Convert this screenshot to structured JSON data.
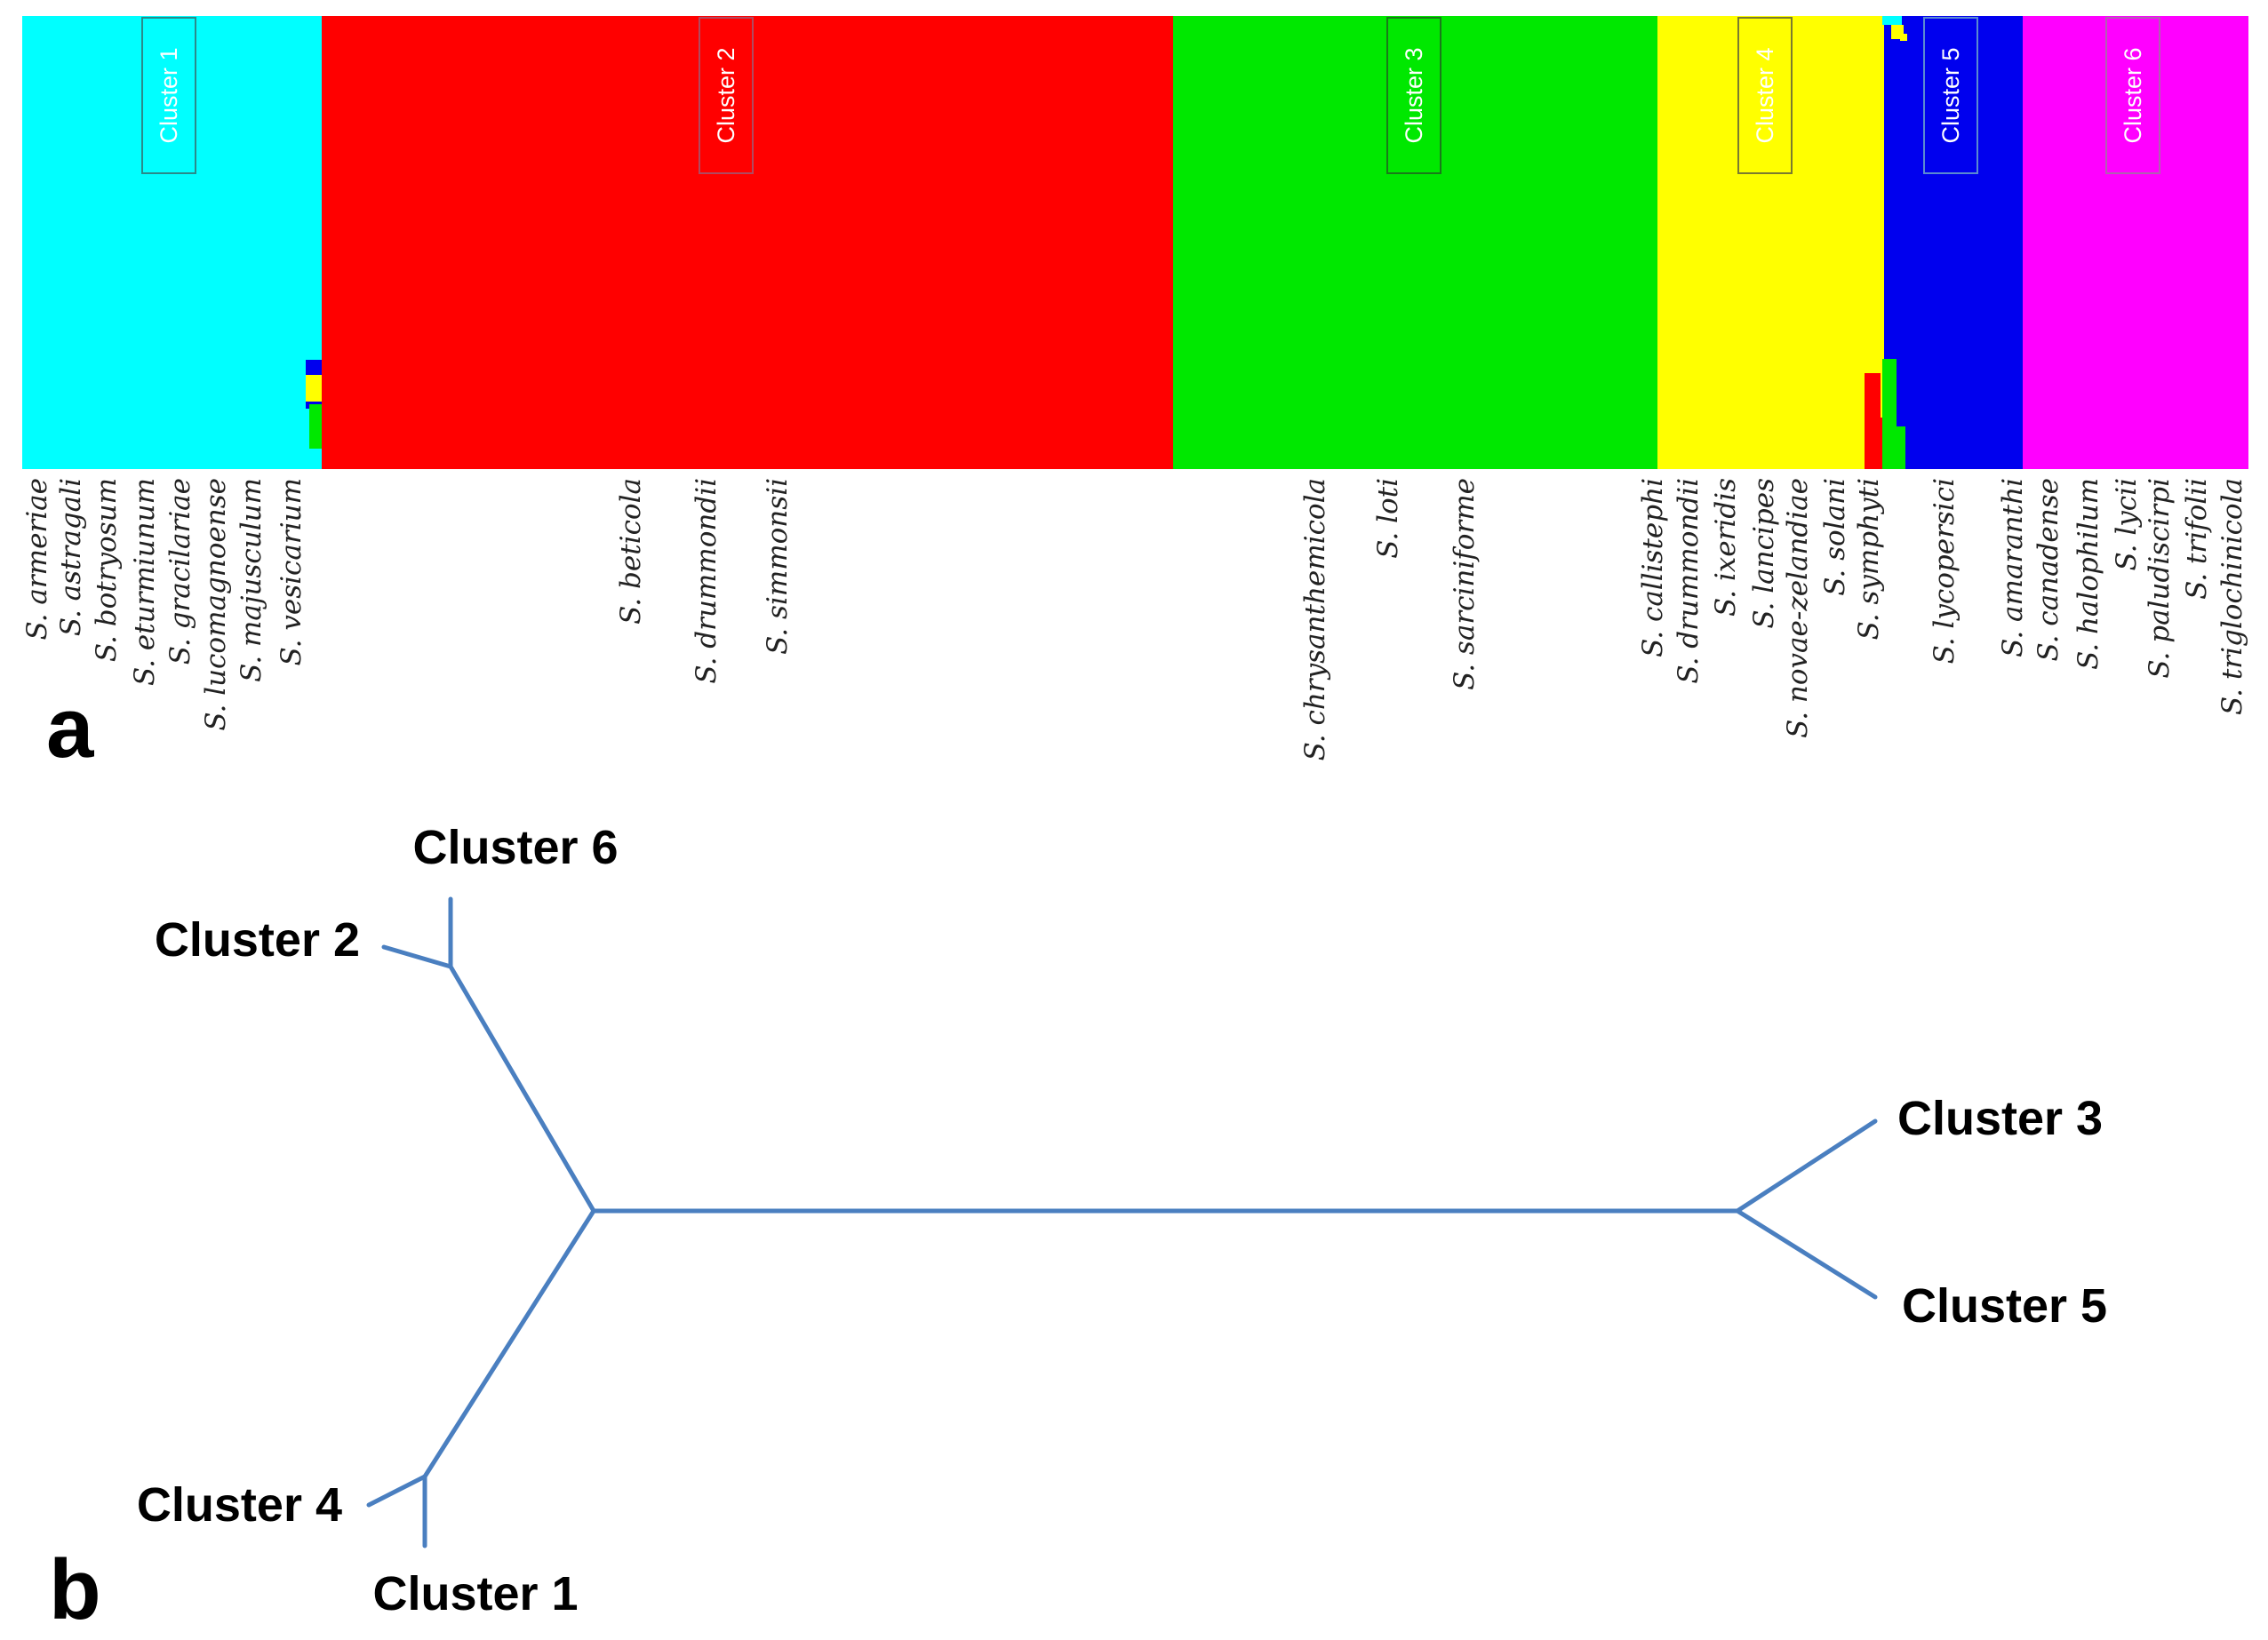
{
  "panel_a": {
    "label": "a",
    "clusters": [
      {
        "id": 1,
        "label": "Cluster 1",
        "color": "#00FFFF",
        "box_color": "#2a8a8a",
        "species": [
          "S. armeriae",
          "S. astragali",
          "S. botryosum",
          "S. eturmiunum",
          "S. gracilariae",
          "S. lucomagnoense",
          "S. majusculum",
          "S. vesicarium"
        ]
      },
      {
        "id": 2,
        "label": "Cluster 2",
        "color": "#FF0000",
        "box_color": "#b04a60",
        "species": [
          "S. beticola",
          "S. drummondii",
          "S. simmonsii"
        ]
      },
      {
        "id": 3,
        "label": "Cluster 3",
        "color": "#00E800",
        "box_color": "#1a7a1a",
        "species": [
          "S. chrysanthemicola",
          "S. loti",
          "S. sarciniforme"
        ]
      },
      {
        "id": 4,
        "label": "Cluster 4",
        "color": "#FFFF00",
        "box_color": "#7a7a30",
        "species": [
          "S. callistephi",
          "S. drummondii",
          "S. ixeridis",
          "S. lancipes",
          "S. novae-zelandiae",
          "S. solani",
          "S. symphyti"
        ]
      },
      {
        "id": 5,
        "label": "Cluster 5",
        "color": "#0000EE",
        "box_color": "#5a8ad0",
        "species": [
          "S. lycopersici"
        ]
      },
      {
        "id": 6,
        "label": "Cluster 6",
        "color": "#FF00FF",
        "box_color": "#b060b0",
        "species": [
          "S. amaranthi",
          "S. canadense",
          "S. halophilum",
          "S. lycii",
          "S. paludiscirpi",
          "S. trifolii",
          "S. triglochinicola"
        ]
      }
    ]
  },
  "panel_b": {
    "label": "b",
    "line_color": "#4a7fc0",
    "labels": {
      "cluster6": "Cluster 6",
      "cluster2": "Cluster 2",
      "cluster3": "Cluster 3",
      "cluster5": "Cluster 5",
      "cluster4": "Cluster 4",
      "cluster1": "Cluster 1"
    }
  }
}
